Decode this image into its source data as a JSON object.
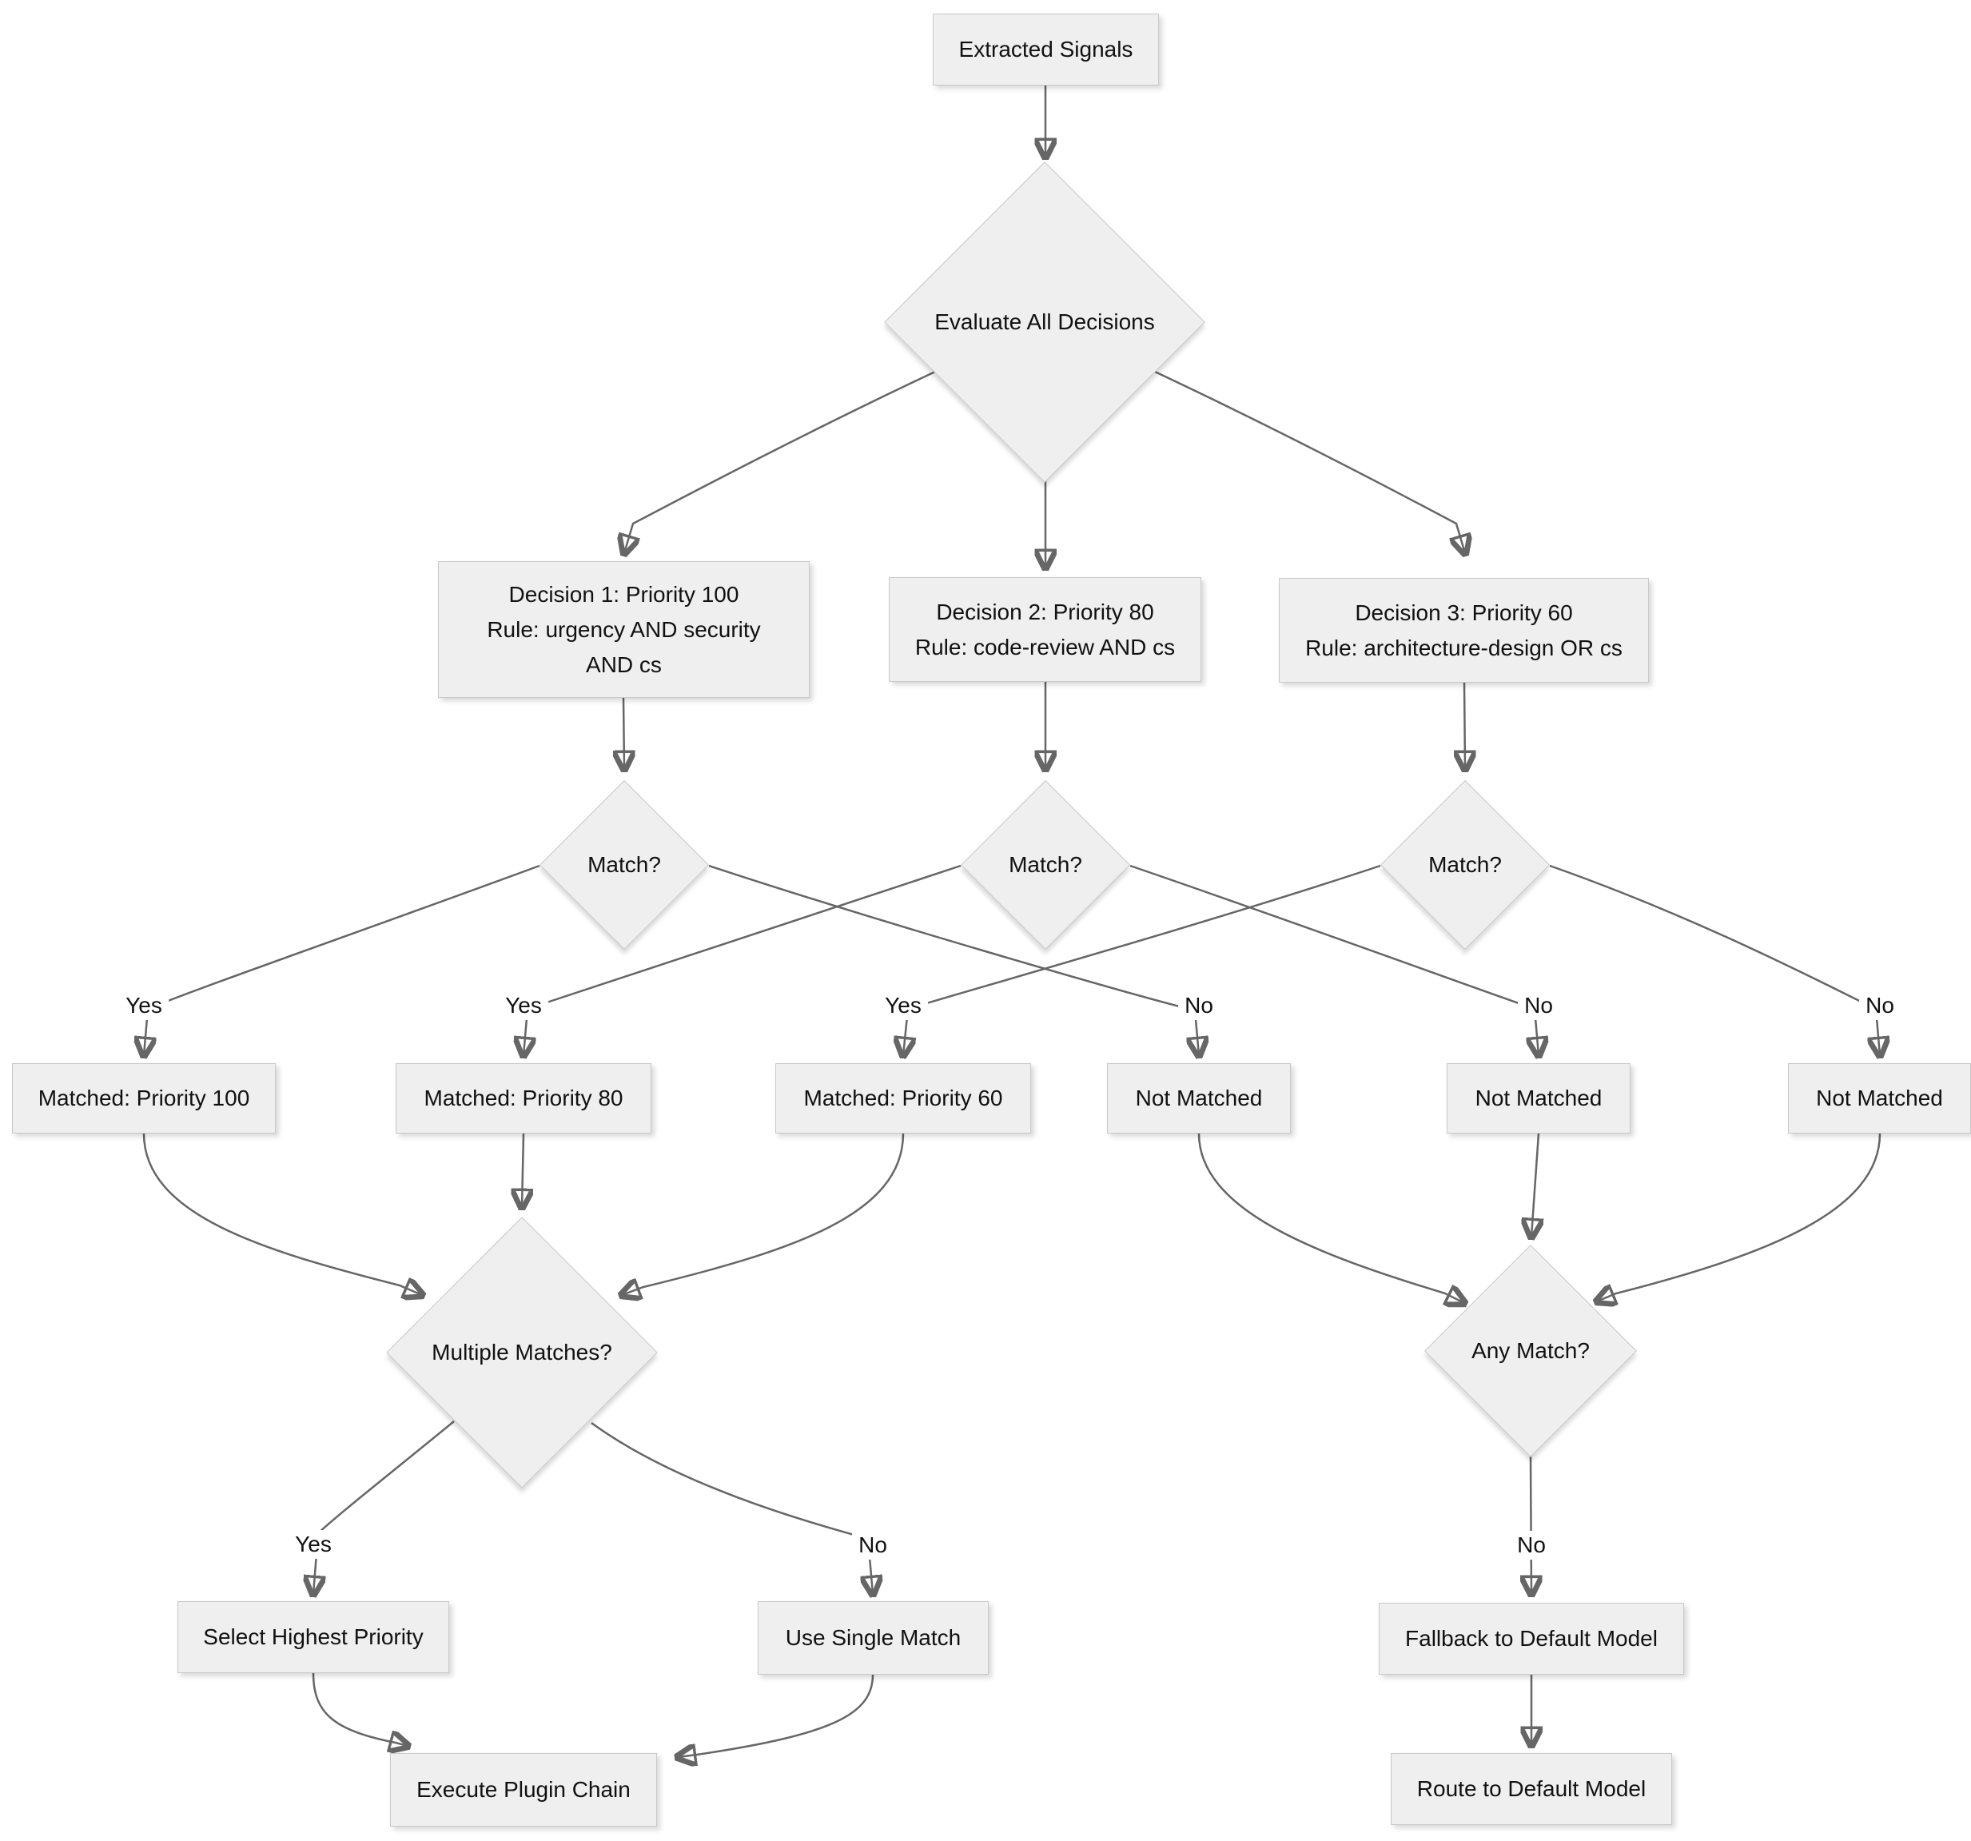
{
  "colors": {
    "background": "#ffffff",
    "node_fill": "#efefef",
    "node_border": "#c9c9c9",
    "edge": "#666666",
    "text": "#111111"
  },
  "nodes": {
    "extracted_signals": "Extracted Signals",
    "evaluate_all_decisions": "Evaluate All Decisions",
    "decision_1": {
      "line1": "Decision 1: Priority 100",
      "line2": "Rule: urgency AND security",
      "line3": "AND cs"
    },
    "decision_2": {
      "line1": "Decision 2: Priority 80",
      "line2": "Rule: code-review AND cs"
    },
    "decision_3": {
      "line1": "Decision 3: Priority 60",
      "line2": "Rule: architecture-design OR cs"
    },
    "match_question": "Match?",
    "matched_priority_100": "Matched: Priority 100",
    "matched_priority_80": "Matched: Priority 80",
    "matched_priority_60": "Matched: Priority 60",
    "not_matched": "Not Matched",
    "multiple_matches_question": "Multiple Matches?",
    "any_match_question": "Any Match?",
    "select_highest_priority": "Select Highest Priority",
    "use_single_match": "Use Single Match",
    "fallback_to_default_model": "Fallback to Default Model",
    "execute_plugin_chain": "Execute Plugin Chain",
    "route_to_default_model": "Route to Default Model"
  },
  "edge_labels": {
    "yes": "Yes",
    "no": "No"
  }
}
